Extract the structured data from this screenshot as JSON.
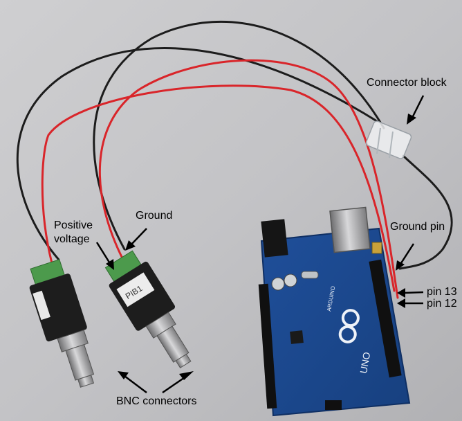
{
  "annotations": {
    "connector_block": "Connector block",
    "ground_top": "Ground",
    "positive_line1": "Positive",
    "positive_line2": "voltage",
    "ground_pin": "Ground pin",
    "pin13": "pin 13",
    "pin12": "pin 12",
    "bnc_connectors": "BNC connectors"
  },
  "board_markings": {
    "brand": "ARDUINO",
    "model": "UNO"
  },
  "adapter_marking": "PIB1"
}
